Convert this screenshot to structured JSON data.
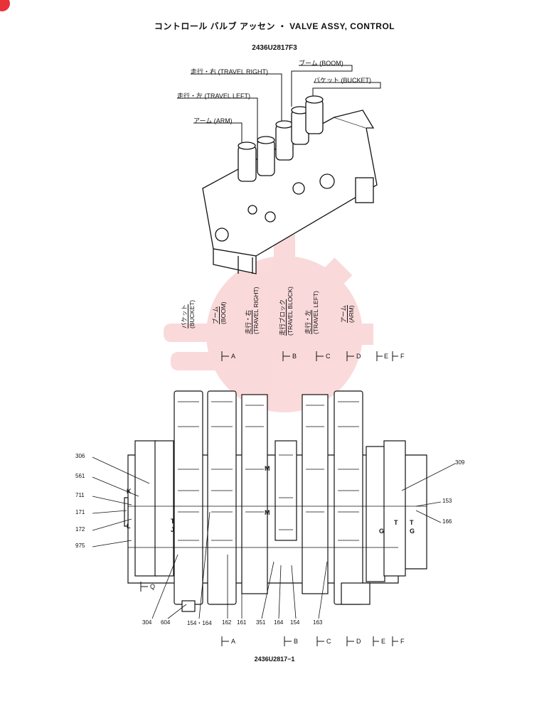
{
  "title": "コントロール バルブ アッセン ・ VALVE ASSY, CONTROL",
  "drawing_code_top": "2436U2817F3",
  "drawing_code_bottom": "2436U2817−1",
  "callouts": {
    "travel_right": "走行・右 (TRAVEL RIGHT)",
    "travel_left": "走行・左 (TRAVEL LEFT)",
    "arm": "アーム (ARM)",
    "boom": "ブーム (BOOM)",
    "bucket": "バケット (BUCKET)"
  },
  "section_labels": {
    "bucket_jp": "バケット",
    "bucket_en": "(BUCKET)",
    "boom_jp": "ブーム",
    "boom_en": "(BOOM)",
    "travel_right_jp": "走行・右",
    "travel_right_en": "(TRAVEL RIGHT)",
    "travel_block_jp": "走行ブロック",
    "travel_block_en": "(TRAVEL BLOCK)",
    "travel_left_jp": "走行・左",
    "travel_left_en": "(TRAVEL LEFT)",
    "arm_jp": "アーム",
    "arm_en": "(ARM)"
  },
  "section_marks": [
    "A",
    "B",
    "C",
    "D",
    "E",
    "F"
  ],
  "section_q": "Q",
  "port_letters": {
    "k": "K",
    "l": "L",
    "t_left": "T",
    "j": "J",
    "m1": "M",
    "m2": "M",
    "t_right1": "T",
    "t_right2": "T",
    "g1": "G",
    "g2": "G"
  },
  "part_refs_left": [
    "306",
    "561",
    "711",
    "171",
    "172",
    "975"
  ],
  "part_refs_right": [
    "309",
    "153",
    "166"
  ],
  "part_refs_bottom": [
    "304",
    "604",
    "154・164",
    "162",
    "161",
    "351",
    "164",
    "154",
    "163"
  ],
  "accent_color": "#e8323a"
}
